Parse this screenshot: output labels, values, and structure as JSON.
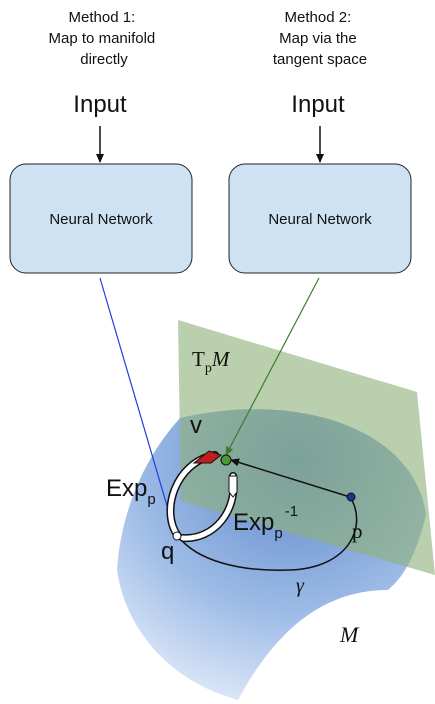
{
  "methods": [
    {
      "caption_lines": [
        "Method 1:",
        "Map to manifold",
        "directly"
      ],
      "input_label": "Input",
      "box_label": "Neural Network"
    },
    {
      "caption_lines": [
        "Method 2:",
        "Map via the",
        "tangent space"
      ],
      "input_label": "Input",
      "box_label": "Neural Network"
    }
  ],
  "labels": {
    "tangent_T": "T",
    "tangent_sub": "p",
    "tangent_M": "M",
    "v": "v",
    "exp": "Exp",
    "exp_sub": "p",
    "exp_inv": "Exp",
    "exp_inv_sub": "p",
    "exp_inv_sup": "-1",
    "p": "p",
    "q": "q",
    "gamma": "γ",
    "manifold": "M"
  },
  "colors": {
    "manifold_dark": "#5d87c9",
    "manifold_light": "#dbe8f8",
    "tangent_plane": "#8fb27a",
    "nn_box_fill": "#cfe2f3",
    "method1_arrow": "#1f3fe0",
    "method2_arrow": "#3f7a2f",
    "exp_arrow": "#c21e1e"
  }
}
